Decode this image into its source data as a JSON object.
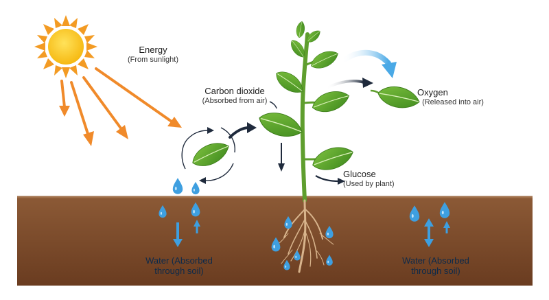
{
  "labels": {
    "energy_title": "Energy",
    "energy_sub": "(From sunlight)",
    "co2_title": "Carbon dioxide",
    "co2_sub": "(Absorbed from air)",
    "oxygen_title": "Oxygen",
    "oxygen_sub": "(Released into air)",
    "glucose_title": "Glucose",
    "glucose_sub": "(Used by plant)",
    "water_left_line1": "Water (Absorbed",
    "water_left_line2": "through soil)",
    "water_right_line1": "Water (Absorbed",
    "water_right_line2": "through soil)"
  },
  "colors": {
    "sun": "#f9c21c",
    "sun_rays": "#f39b23",
    "light_arrows": "#f08a2a",
    "leaf": "#5aa02c",
    "leaf_dark": "#3c7d1c",
    "stem": "#5f9e2e",
    "soil_top": "#8c5a36",
    "soil_bottom": "#6e3f22",
    "roots": "#d8b48c",
    "water_drop": "#3e9fe0",
    "flow_arrow_dark": "#1f2a3c",
    "flow_arrow_blue": "#5fb6ea"
  }
}
